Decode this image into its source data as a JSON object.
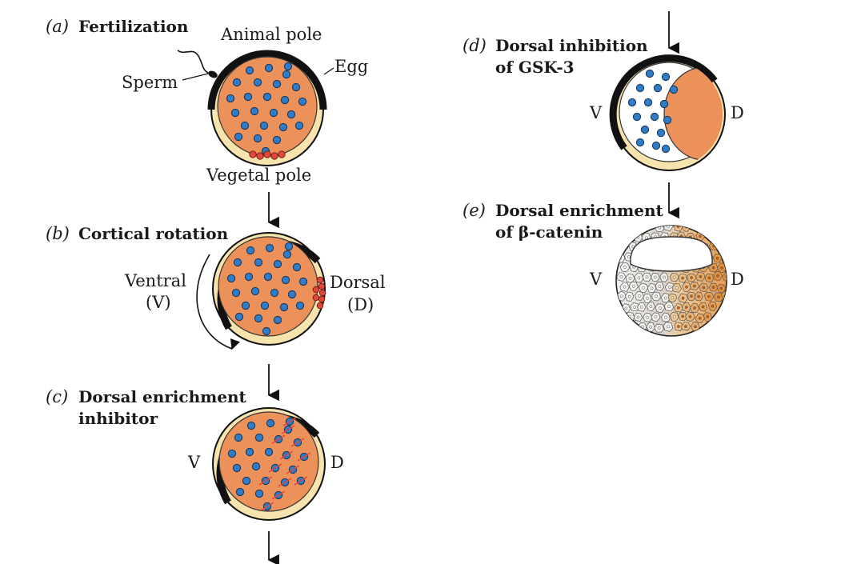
{
  "colors": {
    "cortex": "#111111",
    "yolk_band": "#f7e3ad",
    "cytoplasm": "#ec9159",
    "nucleus": "#2f7dc9",
    "nucleus_stroke": "#17375e",
    "red_particle": "#e0483a",
    "clear": "#ffffff"
  },
  "panel_a": {
    "letter": "a",
    "title": "Fertilization",
    "animal_pole": "Animal pole",
    "egg": "Egg",
    "sperm": "Sperm",
    "vegetal_pole": "Vegetal pole"
  },
  "panel_b": {
    "letter": "b",
    "title": "Cortical rotation",
    "ventral": "Ventral",
    "ventral_abbr": "(V)",
    "dorsal": "Dorsal",
    "dorsal_abbr": "(D)"
  },
  "panel_c": {
    "letter": "c",
    "title_line1": "Dorsal enrichment",
    "title_line2": "inhibitor",
    "v": "V",
    "d": "D"
  },
  "panel_d": {
    "letter": "d",
    "title_line1": "Dorsal inhibition",
    "title_line2": "of GSK-3",
    "v": "V",
    "d": "D"
  },
  "panel_e": {
    "letter": "e",
    "title_line1": "Dorsal enrichment",
    "title_line2": "of β-catenin",
    "v": "V",
    "d": "D"
  }
}
